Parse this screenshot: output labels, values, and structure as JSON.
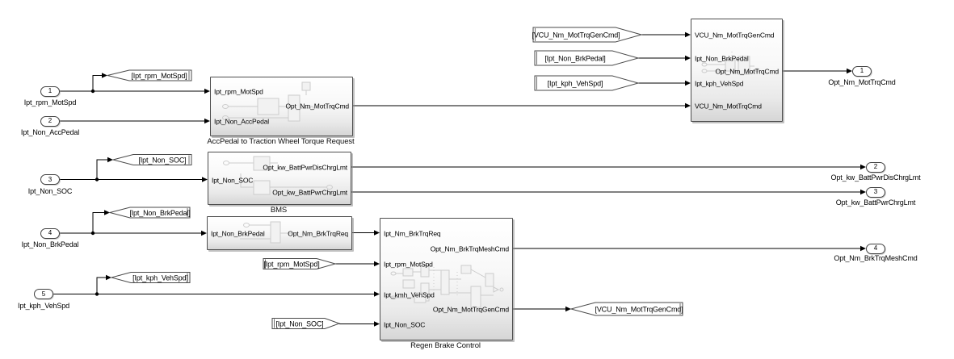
{
  "diagram": {
    "inports": [
      {
        "num": "1",
        "label": "Ipt_rpm_MotSpd"
      },
      {
        "num": "2",
        "label": "Ipt_Non_AccPedal"
      },
      {
        "num": "3",
        "label": "Ipt_Non_SOC"
      },
      {
        "num": "4",
        "label": "Ipt_Non_BrkPedal"
      },
      {
        "num": "5",
        "label": "Ipt_kph_VehSpd"
      }
    ],
    "outports": [
      {
        "num": "1",
        "label": "Opt_Nm_MotTrqCmd"
      },
      {
        "num": "2",
        "label": "Opt_kw_BattPwrDisChrgLmt"
      },
      {
        "num": "3",
        "label": "Opt_kw_BattPwrChrgLmt"
      },
      {
        "num": "4",
        "label": "Opt_Nm_BrkTrqMeshCmd"
      }
    ],
    "goto_tags": {
      "rpm_motspd": "[Ipt_rpm_MotSpd]",
      "non_soc": "[Ipt_Non_SOC]",
      "non_brkpedal": "[Ipt_Non_BrkPedal]",
      "kph_vehspd": "[Ipt_kph_VehSpd]",
      "vcu_gencmd": "[VCU_Nm_MotTrqGenCmd]"
    },
    "from_tags": {
      "vcu_gencmd": "[VCU_Nm_MotTrqGenCmd]",
      "non_brkpedal": "[Ipt_Non_BrkPedal]",
      "kph_vehspd": "[Ipt_kph_VehSpd]",
      "rpm_motspd": "[Ipt_rpm_MotSpd]",
      "non_soc": "[Ipt_Non_SOC]"
    },
    "subsystems": {
      "accpedal": {
        "name": "AccPedal to Traction Wheel Torque Request",
        "in1": "Ipt_rpm_MotSpd",
        "in2": "Ipt_Non_AccPedal",
        "out1": "Opt_Nm_MotTrqCmd"
      },
      "bms": {
        "name": "BMS",
        "in1": "Ipt_Non_SOC",
        "out1": "Opt_kw_BattPwrDisChrgLmt",
        "out2": "Opt_kw_BattPwrChrgLmt"
      },
      "brkpedal": {
        "in1": "Ipt_Non_BrkPedal",
        "out1": "Opt_Nm_BrkTrqReq"
      },
      "regen": {
        "name": "Regen Brake Control",
        "in1": "Ipt_Nm_BrkTrqReq",
        "in2": "Ipt_rpm_MotSpd",
        "in3": "Ipt_kmh_VehSpd",
        "in4": "Ipt_Non_SOC",
        "out1": "Opt_Nm_BrkTrqMeshCmd",
        "out2": "Opt_Nm_MotTrqGenCmd"
      },
      "vcu_mottrq": {
        "in1": "VCU_Nm_MotTrqGenCmd",
        "in2": "Ipt_Non_BrkPedal",
        "in3": "Ipt_kph_VehSpd",
        "in4": "VCU_Nm_MotTrqCmd",
        "out1": "Opt_Nm_MotTrqCmd"
      }
    }
  }
}
